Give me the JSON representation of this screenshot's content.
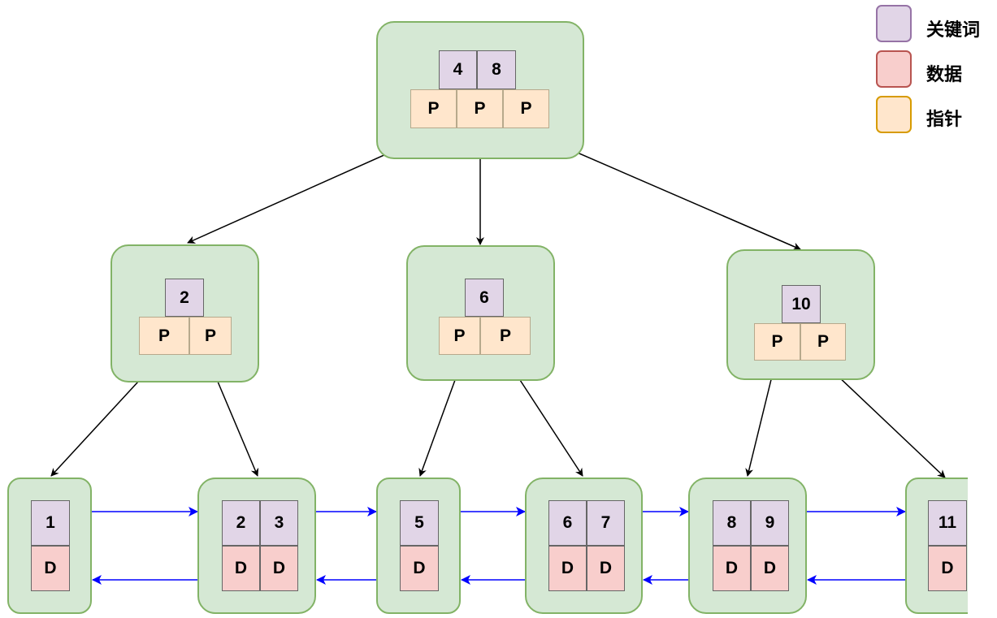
{
  "legend": {
    "key_label": "关键词",
    "data_label": "数据",
    "pointer_label": "指针",
    "key_color": "#e1d5e7",
    "data_color": "#f8cecc",
    "pointer_color": "#ffe6cc"
  },
  "root": {
    "keys": [
      "4",
      "8"
    ],
    "pointers": [
      "P",
      "P",
      "P"
    ]
  },
  "internal": [
    {
      "keys": [
        "2"
      ],
      "pointers": [
        "P",
        "P"
      ]
    },
    {
      "keys": [
        "6"
      ],
      "pointers": [
        "P",
        "P"
      ]
    },
    {
      "keys": [
        "10"
      ],
      "pointers": [
        "P",
        "P"
      ]
    }
  ],
  "leaves": [
    {
      "keys": [
        "1"
      ],
      "data": [
        "D"
      ]
    },
    {
      "keys": [
        "2",
        "3"
      ],
      "data": [
        "D",
        "D"
      ]
    },
    {
      "keys": [
        "5"
      ],
      "data": [
        "D"
      ]
    },
    {
      "keys": [
        "6",
        "7"
      ],
      "data": [
        "D",
        "D"
      ]
    },
    {
      "keys": [
        "8",
        "9"
      ],
      "data": [
        "D",
        "D"
      ]
    },
    {
      "keys": [
        "11"
      ],
      "data": [
        "D"
      ]
    }
  ],
  "colors": {
    "node_fill": "#d5e8d4",
    "node_border": "#82b366",
    "link_arrow": "#0000ff",
    "tree_arrow": "#000000"
  }
}
